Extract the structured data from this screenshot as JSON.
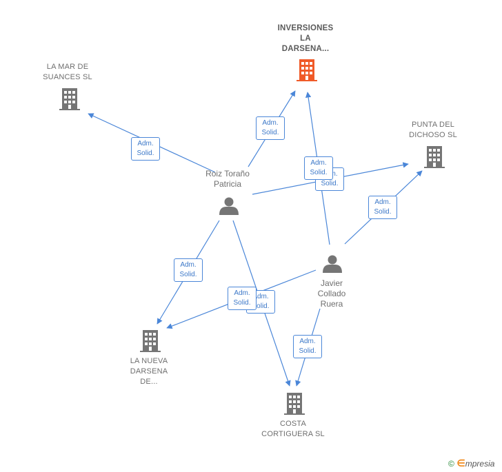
{
  "companies": {
    "inversiones": "INVERSIONES\nLA\nDARSENA...",
    "la_mar": "LA MAR DE\nSUANCES  SL",
    "punta_del_dichoso": "PUNTA DEL\nDICHOSO  SL",
    "la_nueva_darsena": "LA NUEVA\nDARSENA\nDE...",
    "costa_cortiguera": "COSTA\nCORTIGUERA SL"
  },
  "persons": {
    "roiz": "Roiz Toraño\nPatricia",
    "javier": "Javier\nCollado\nRuera"
  },
  "relation_label": "Adm.\nSolid.",
  "footer": {
    "copyright": "©",
    "e": "∈",
    "brand": "mpresia"
  },
  "colors": {
    "edge": "#4a86d8",
    "building": "#757575",
    "building_main": "#f05a28",
    "person": "#757575",
    "badge_text": "#3c78c8"
  },
  "icons": [
    "building-icon",
    "person-icon",
    "copyright-icon"
  ]
}
